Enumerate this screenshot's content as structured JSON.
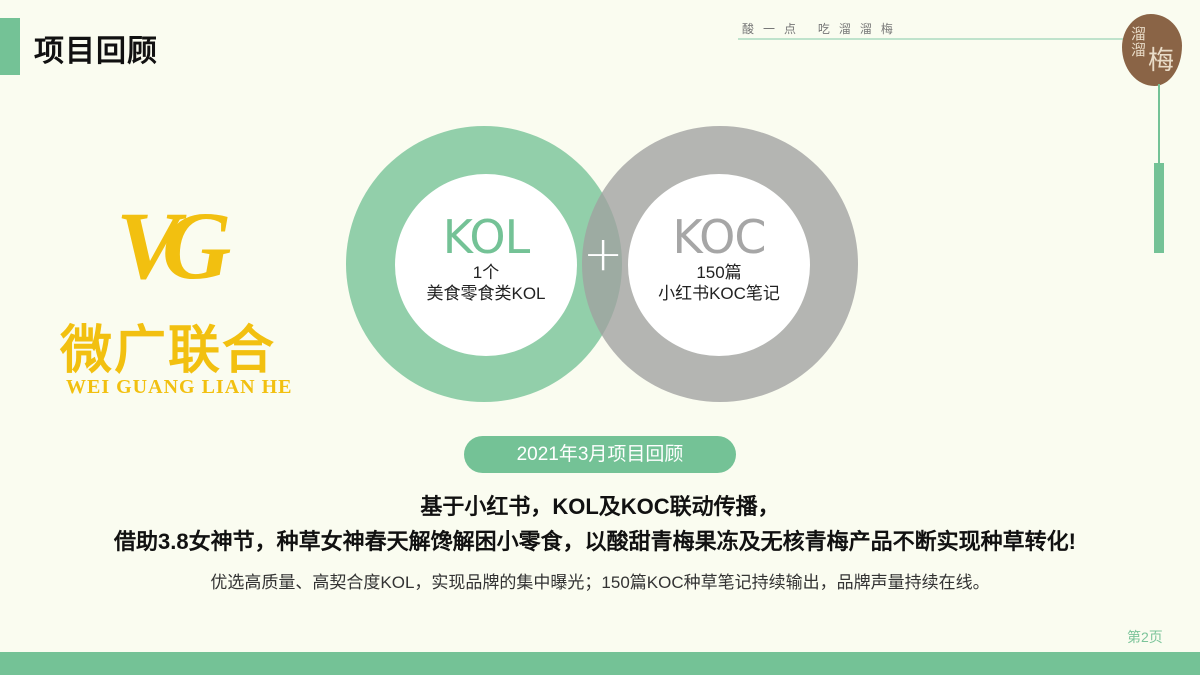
{
  "header": {
    "title": "项目回顾",
    "slogan": "酸一点 吃溜溜梅",
    "brand_badge": {
      "line1": "溜溜",
      "line2": "梅"
    }
  },
  "logo": {
    "mark": "VG",
    "name_cn": "微广联合",
    "name_en": "WEI GUANG LIAN HE"
  },
  "diagram": {
    "left": {
      "title": "KOL",
      "count": "1个",
      "desc": "美食零食类KOL",
      "color": "#74c296"
    },
    "operator": "+",
    "right": {
      "title": "KOC",
      "count": "150篇",
      "desc": "小红书KOC笔记",
      "color": "#a6a6a6"
    }
  },
  "summary": {
    "pill": "2021年3月项目回顾",
    "line1": "基于小红书，KOL及KOC联动传播，",
    "line2": "借助3.8女神节，种草女神春天解馋解困小零食，以酸甜青梅果冻及无核青梅产品不断实现种草转化!",
    "line3": "优选高质量、高契合度KOL，实现品牌的集中曝光；150篇KOC种草笔记持续输出，品牌声量持续在线。"
  },
  "footer": {
    "page": "第2页"
  },
  "colors": {
    "accent": "#74c296",
    "background": "#fafcf0",
    "gray": "#a6a6a6",
    "logo_gold": "#f2c010",
    "badge_brown": "#8a6446"
  }
}
